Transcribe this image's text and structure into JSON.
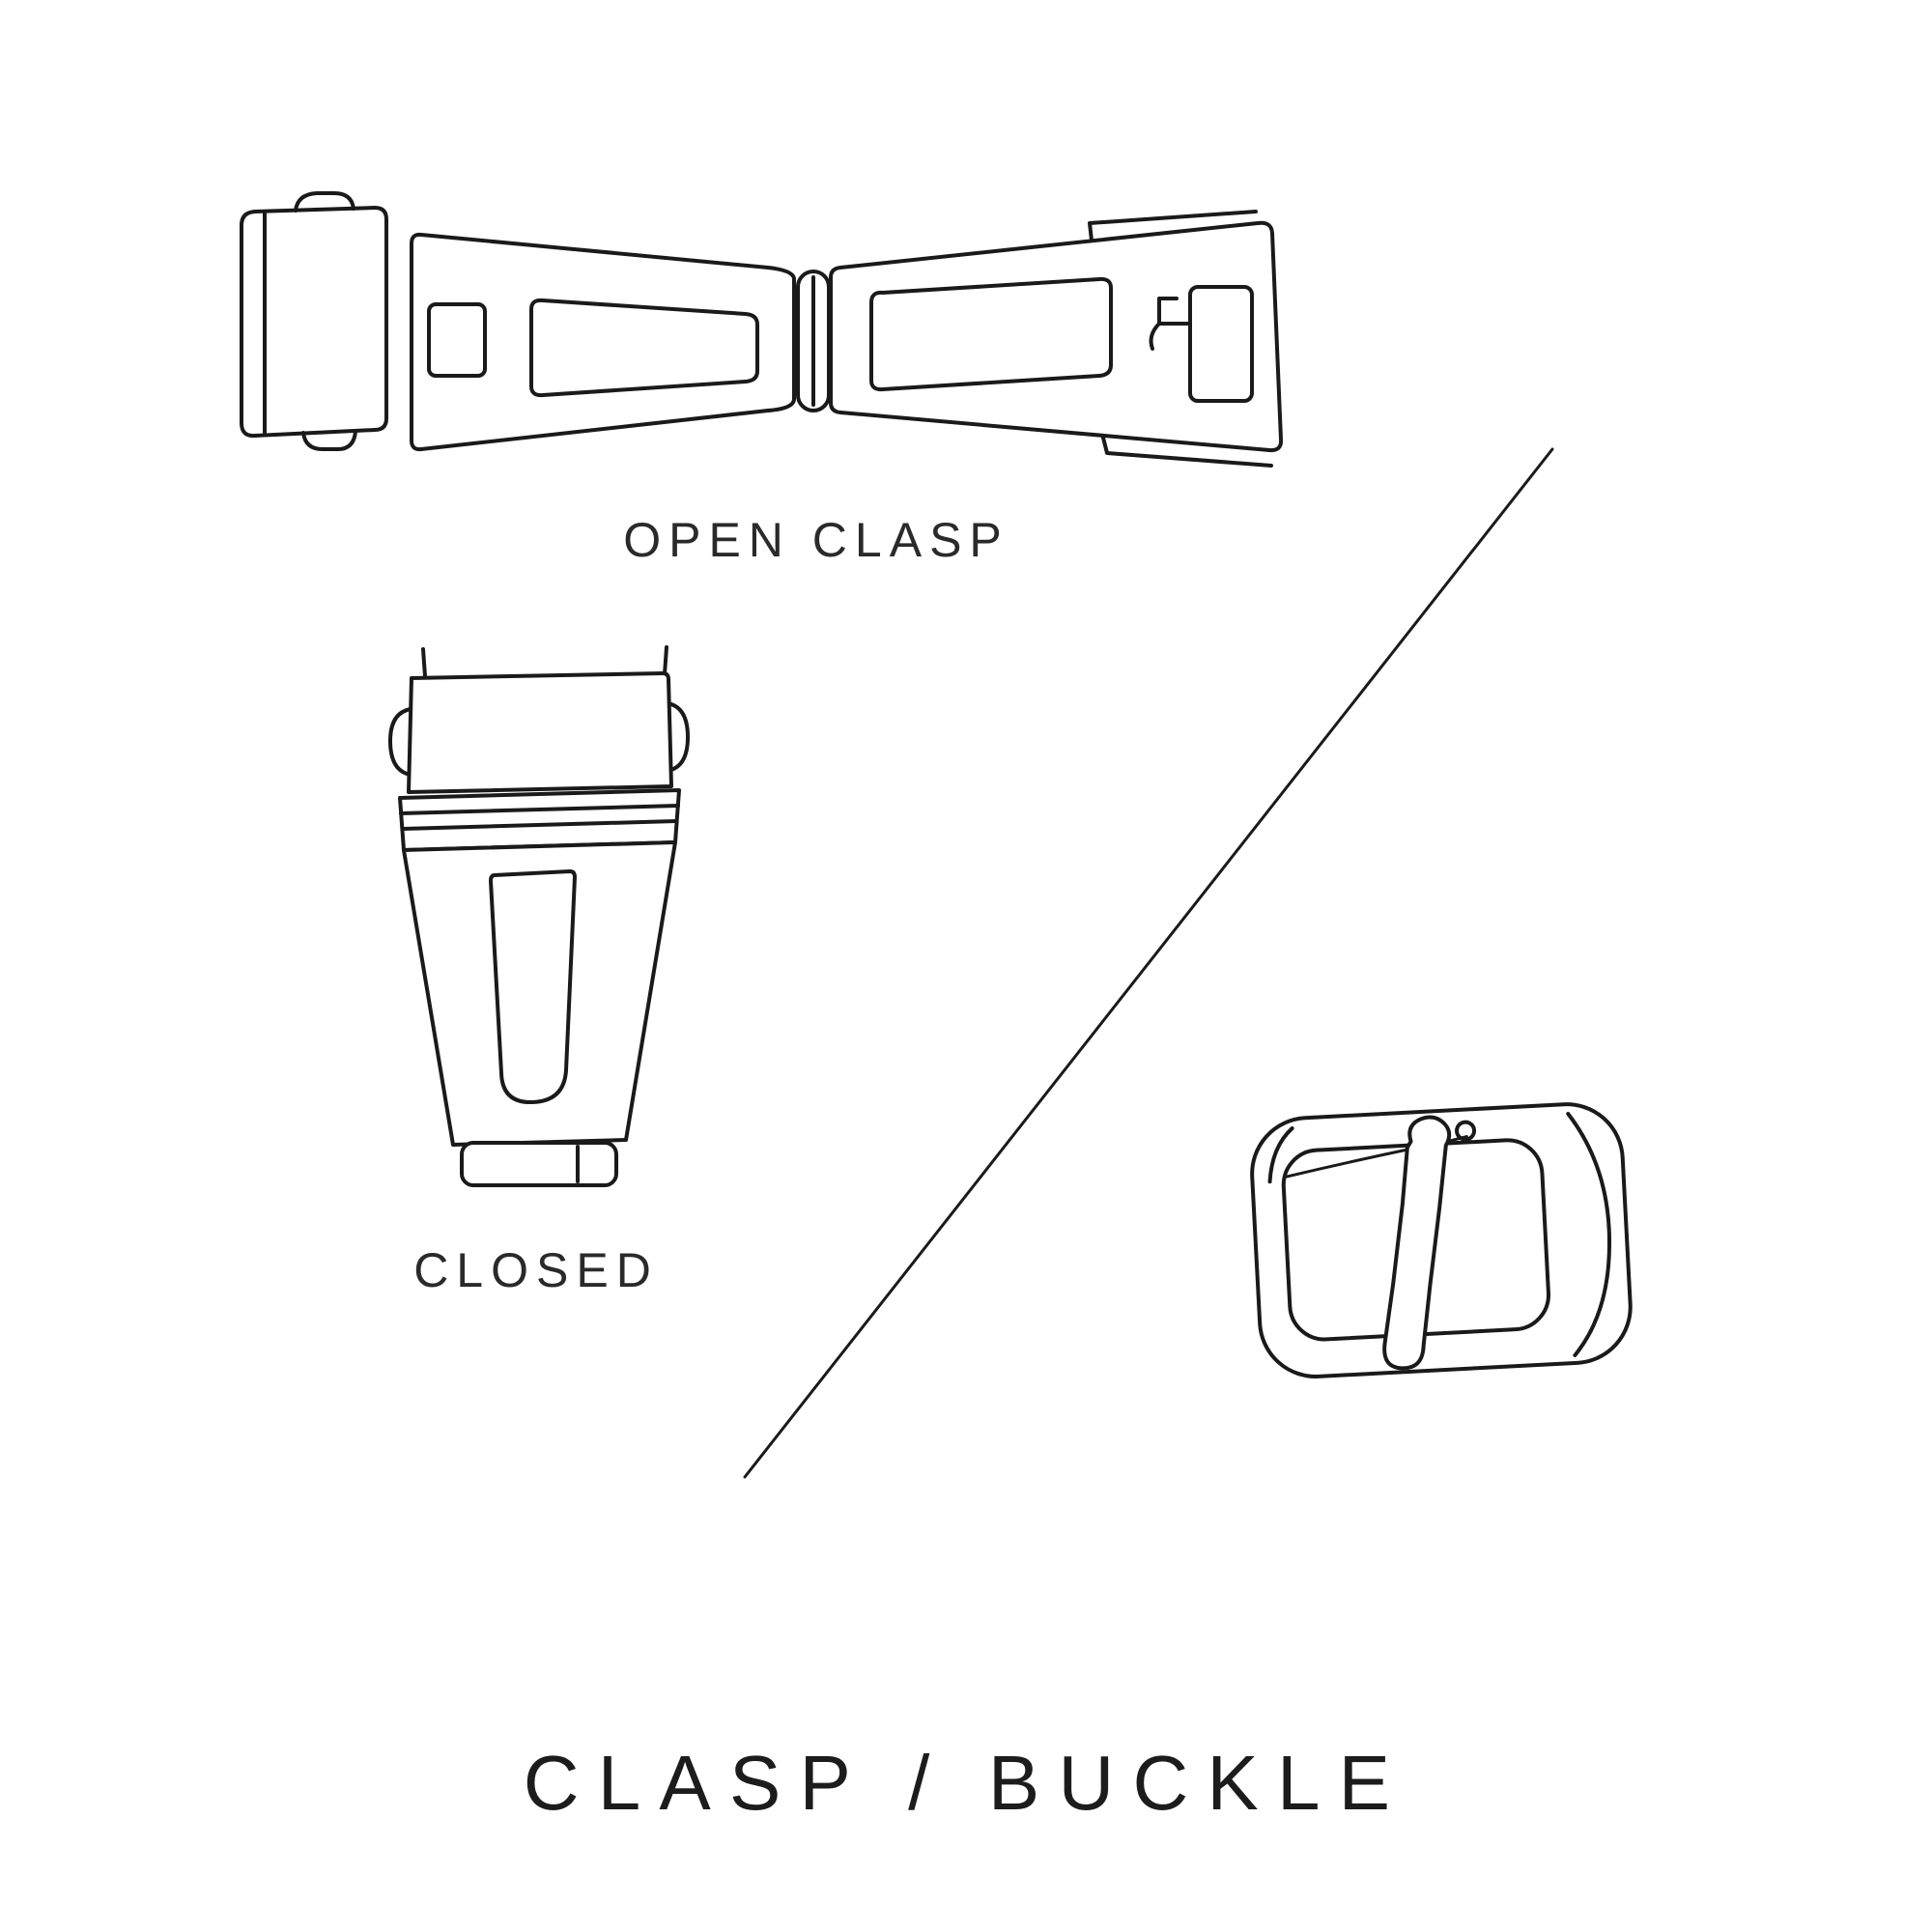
{
  "title": {
    "text": "CLASP / BUCKLE"
  },
  "labels": {
    "open_clasp": "OPEN CLASP",
    "closed": "CLOSED"
  },
  "colors": {
    "background": "#ffffff",
    "ink": "#1a1a1a"
  },
  "illustrations": {
    "open_clasp": "open-clasp-illustration",
    "closed_clasp": "closed-clasp-illustration",
    "buckle": "tang-buckle-illustration",
    "divider": "divider-line"
  }
}
